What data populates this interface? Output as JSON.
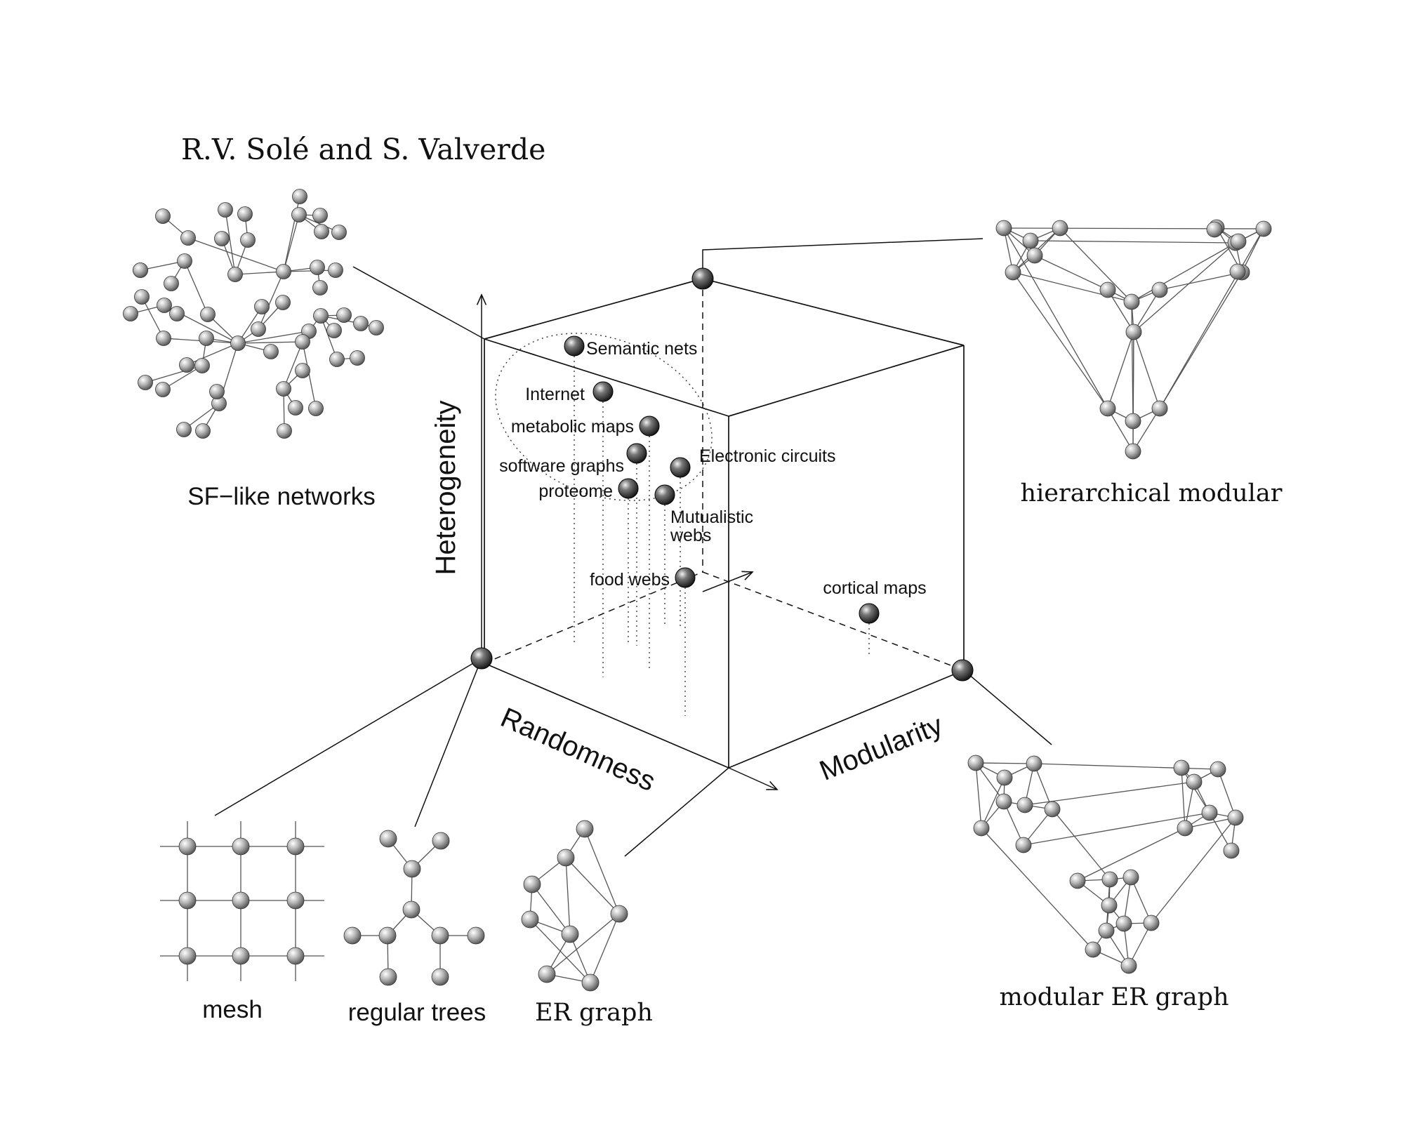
{
  "header": {
    "authors": "R.V. Solé and S. Valverde"
  },
  "axes": {
    "heterogeneity": "Heterogeneity",
    "randomness": "Randomness",
    "modularity": "Modularity"
  },
  "points": {
    "semantic_nets": "Semantic nets",
    "internet": "Internet",
    "metabolic_maps": "metabolic maps",
    "software_graphs": "software graphs",
    "proteome": "proteome",
    "electronic_circuits": "Electronic circuits",
    "mutualistic_line1": "Mutualistic",
    "mutualistic_line2": "webs",
    "food_webs": "food webs",
    "cortical_maps": "cortical maps"
  },
  "network_examples": {
    "sf_like": "SF−like networks",
    "hierarchical_modular": "hierarchical modular",
    "mesh": "mesh",
    "regular_trees": "regular trees",
    "er_graph": "ER graph",
    "modular_er": "modular ER graph"
  },
  "colors": {
    "ink": "#111111",
    "node_light": "#f2f2f2",
    "node_dark": "#3a3a3a"
  }
}
